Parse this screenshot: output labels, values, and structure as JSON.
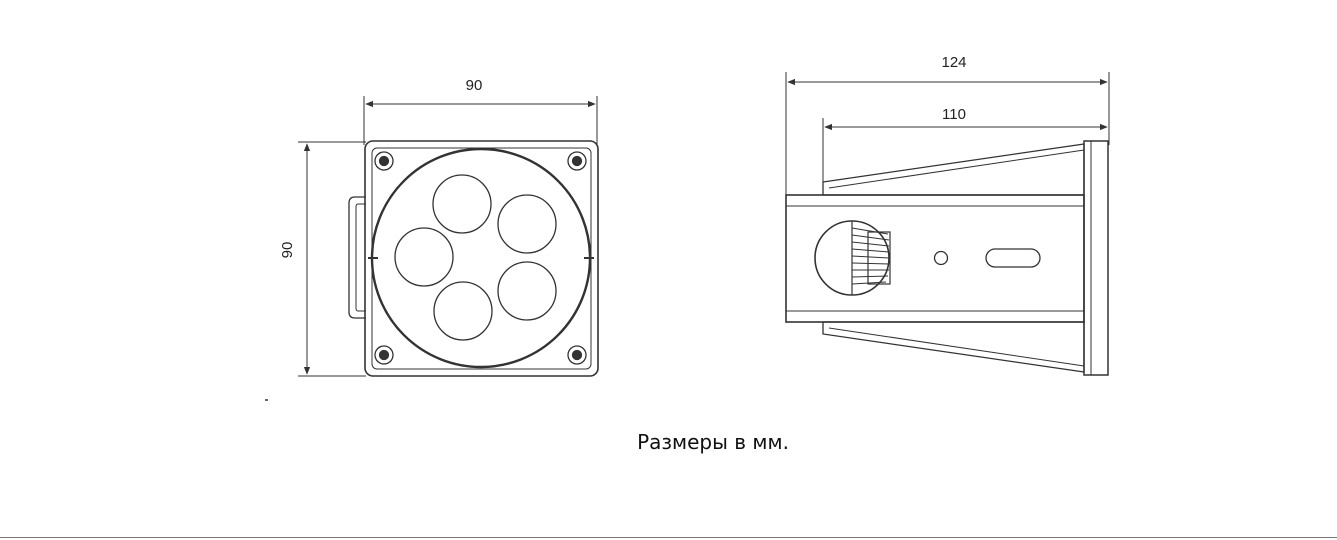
{
  "front_view": {
    "width_label": "90",
    "height_label": "90"
  },
  "side_view": {
    "overall_length_label": "124",
    "body_length_label": "110"
  },
  "caption": "Размеры в мм."
}
